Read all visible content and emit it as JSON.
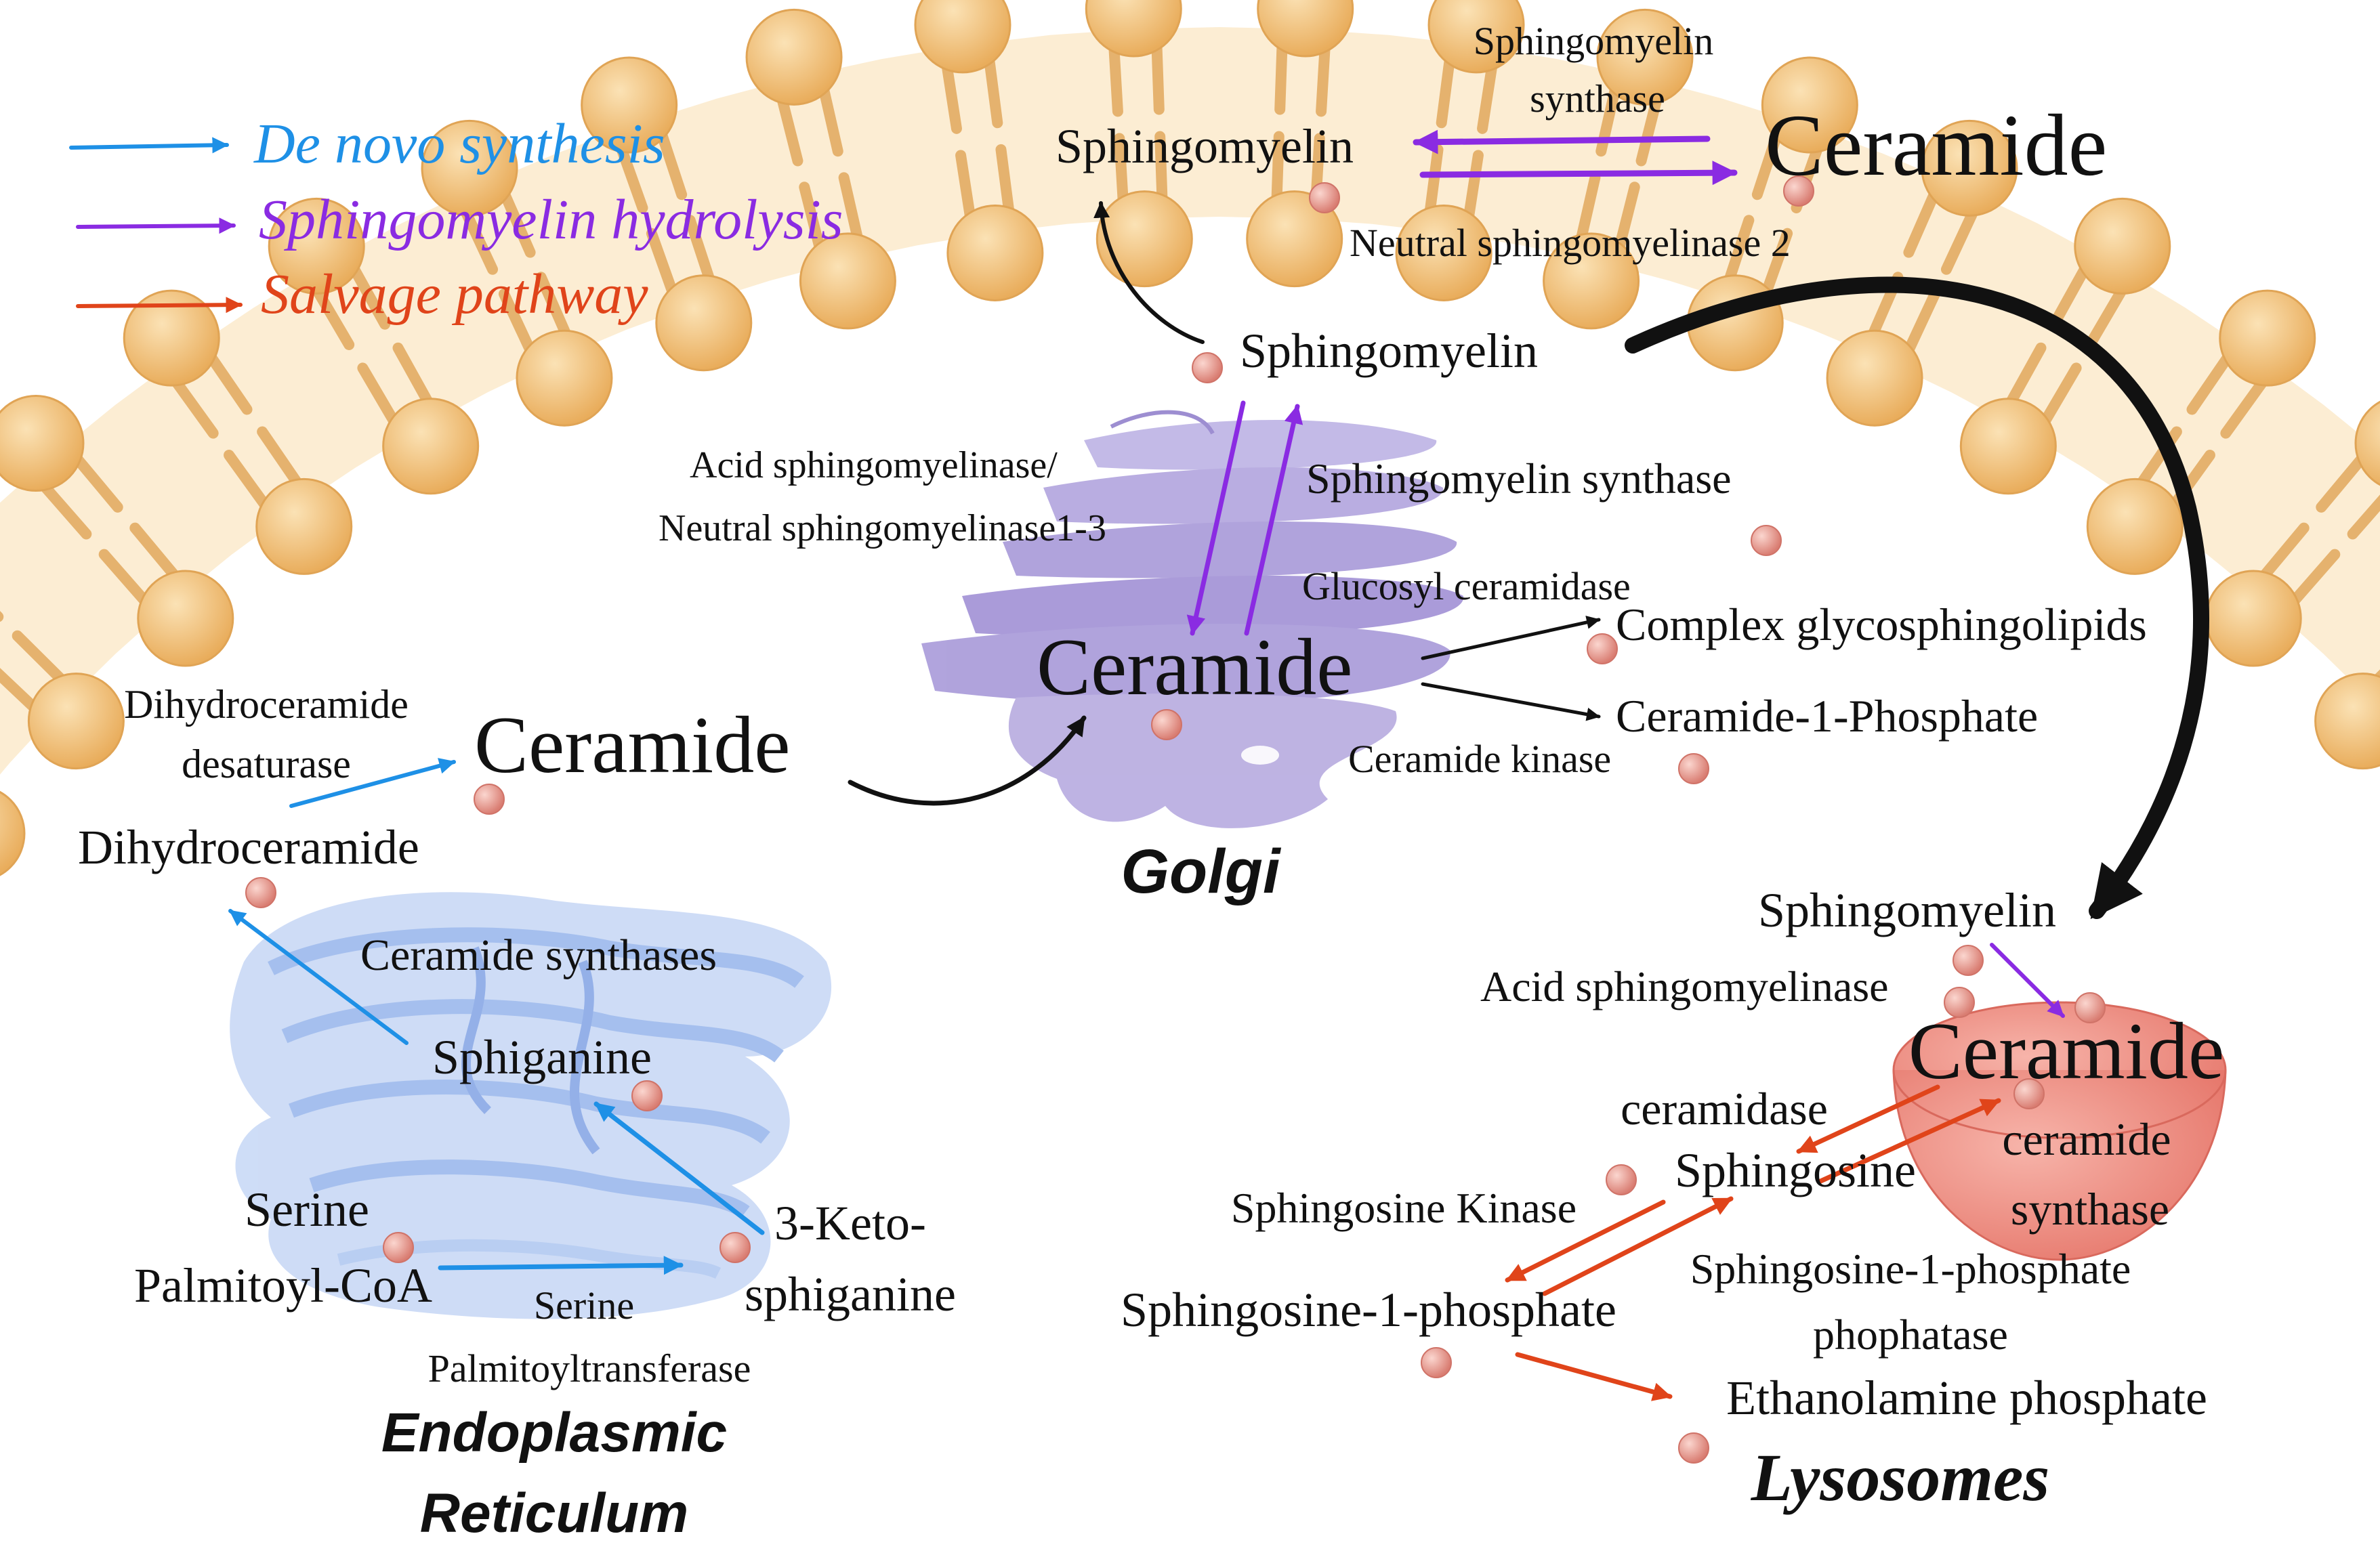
{
  "colors": {
    "de_novo": "#1e90e6",
    "hydrolysis": "#8a2be2",
    "salvage": "#e0441a",
    "membrane": "#f5c985",
    "membrane_dark": "#e0a455",
    "golgi": "#a79ad8",
    "er": "#7ea6e8",
    "lysosome": "#f0948a",
    "molecule": "#e89a90",
    "black": "#111111"
  },
  "legend": {
    "de_novo": "De novo synthesis",
    "hydrolysis": "Sphingomyelin hydrolysis",
    "salvage": "Salvage pathway"
  },
  "membrane": {
    "sphingomyelin": "Sphingomyelin",
    "sm_synthase_line1": "Sphingomyelin",
    "sm_synthase_line2": "synthase",
    "ceramide": "Ceramide",
    "nsmase2": "Neutral sphingomyelinase 2"
  },
  "golgi": {
    "title": "Golgi",
    "sphingomyelin": "Sphingomyelin",
    "asm_line1": "Acid sphingomyelinase/",
    "asm_line2": "Neutral sphingomyelinase1-3",
    "sm_synthase": "Sphingomyelin synthase",
    "glucosyl_ceramidase": "Glucosyl ceramidase",
    "ceramide": "Ceramide",
    "complex_gsl": "Complex glycosphingolipids",
    "c1p": "Ceramide-1-Phosphate",
    "ceramide_kinase": "Ceramide kinase"
  },
  "er": {
    "title_line1": "Endoplasmic",
    "title_line2": "Reticulum",
    "dhcd_line1": "Dihydroceramide",
    "dhcd_line2": "desaturase",
    "ceramide": "Ceramide",
    "dihydroceramide": "Dihydroceramide",
    "ceramide_synthases": "Ceramide synthases",
    "sphiganine": "Sphiganine",
    "serine": "Serine",
    "palmitoyl_coa": "Palmitoyl-CoA",
    "keto_line1": "3-Keto-",
    "keto_line2": "sphiganine",
    "spt_line1": "Serine",
    "spt_line2": "Palmitoyltransferase"
  },
  "lysosome": {
    "title": "Lysosomes",
    "sphingomyelin": "Sphingomyelin",
    "asm": "Acid sphingomyelinase",
    "ceramide": "Ceramide",
    "ceramidase": "ceramidase",
    "sphingosine": "Sphingosine",
    "cs_line1": "ceramide",
    "cs_line2": "synthase",
    "sphk": "Sphingosine Kinase",
    "s1p": "Sphingosine-1-phosphate",
    "s1pp_line1": "Sphingosine-1-phosphate",
    "s1pp_line2": "phophatase",
    "ethanolamine": "Ethanolamine phosphate"
  }
}
